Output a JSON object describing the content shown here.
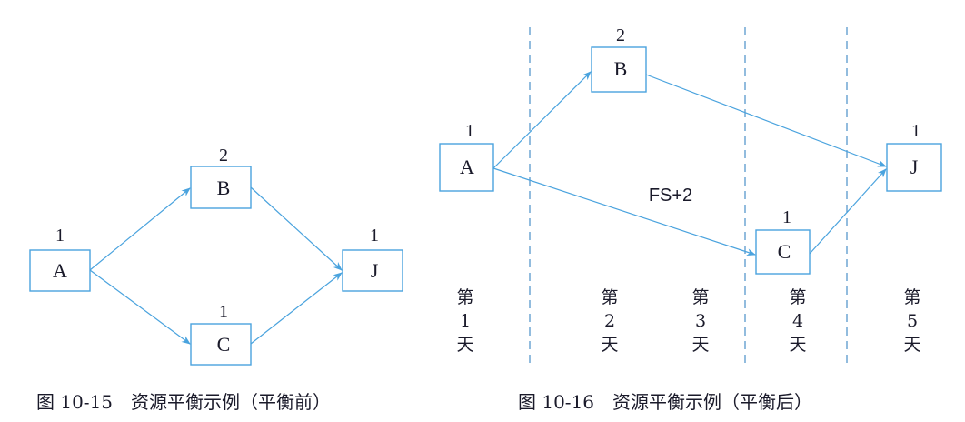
{
  "figure_left": {
    "caption": "图 10-15　资源平衡示例（平衡前）",
    "nodes": [
      {
        "id": "A",
        "resource": "1"
      },
      {
        "id": "B",
        "resource": "2"
      },
      {
        "id": "C",
        "resource": "1"
      },
      {
        "id": "J",
        "resource": "1"
      }
    ],
    "edges": [
      [
        "A",
        "B"
      ],
      [
        "A",
        "C"
      ],
      [
        "B",
        "J"
      ],
      [
        "C",
        "J"
      ]
    ]
  },
  "figure_right": {
    "caption": "图 10-16　资源平衡示例（平衡后）",
    "nodes": [
      {
        "id": "A",
        "resource": "1"
      },
      {
        "id": "B",
        "resource": "2"
      },
      {
        "id": "C",
        "resource": "1"
      },
      {
        "id": "J",
        "resource": "1"
      }
    ],
    "edges": [
      [
        "A",
        "B"
      ],
      [
        "A",
        "C"
      ],
      [
        "B",
        "J"
      ],
      [
        "C",
        "J"
      ]
    ],
    "lag_label": "FS+2",
    "days": [
      {
        "top": "第",
        "num": "1",
        "bottom": "天"
      },
      {
        "top": "第",
        "num": "2",
        "bottom": "天"
      },
      {
        "top": "第",
        "num": "3",
        "bottom": "天"
      },
      {
        "top": "第",
        "num": "4",
        "bottom": "天"
      },
      {
        "top": "第",
        "num": "5",
        "bottom": "天"
      }
    ]
  },
  "colors": {
    "line": "#4aa3de",
    "text": "#1a1a2a"
  }
}
